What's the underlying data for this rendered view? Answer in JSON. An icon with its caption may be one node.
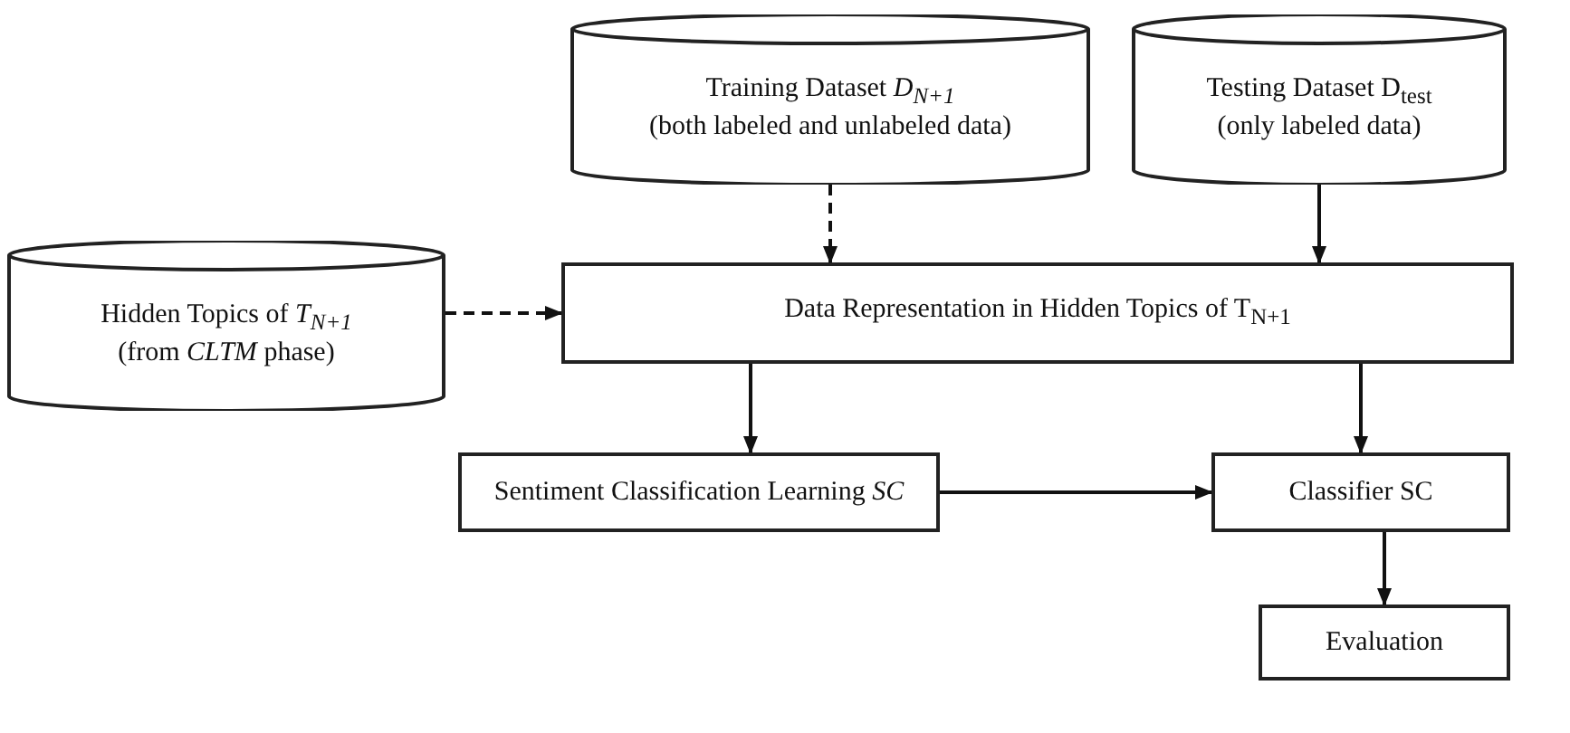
{
  "diagram": {
    "nodes": [
      {
        "text": [
          "Training Dataset *D$_{N+1}$*",
          "(both labeled and unlabeled data)"
        ]
      },
      {
        "text": [
          "Testing Dataset D$_{test}$",
          "(only labeled data)"
        ]
      },
      {
        "text": [
          "Hidden Topics of *T$_{N+1}$*",
          "(from *CLTM* phase)"
        ]
      },
      {
        "text": [
          "Data Representation in Hidden Topics of T$_{N+1}$"
        ]
      },
      {
        "text": [
          "Sentiment Classification Learning *SC*"
        ]
      },
      {
        "text": [
          "Classifier SC"
        ]
      },
      {
        "text": [
          "Evaluation"
        ]
      }
    ],
    "edges": [
      {
        "from": 0,
        "to": 3,
        "arrow": "to",
        "style": "dashed"
      },
      {
        "from": 1,
        "to": 3,
        "arrow": "to"
      },
      {
        "from": 2,
        "to": 3,
        "arrow": "to",
        "style": "dashed"
      },
      {
        "from": 3,
        "to": 4,
        "arrow": "to"
      },
      {
        "from": 3,
        "to": 5,
        "arrow": "to"
      },
      {
        "from": 4,
        "to": 5,
        "arrow": "to"
      },
      {
        "from": 5,
        "to": 6,
        "arrow": "to"
      }
    ]
  }
}
